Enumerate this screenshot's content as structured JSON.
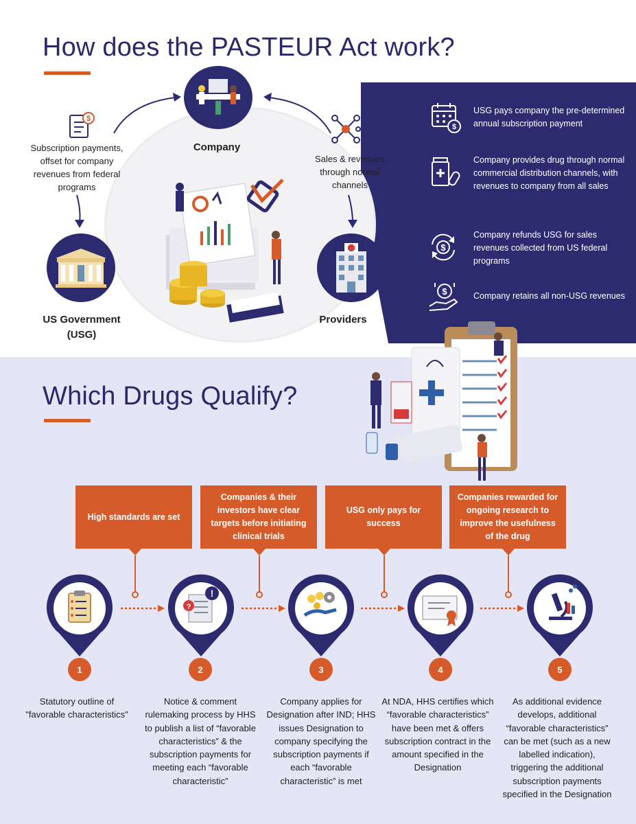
{
  "top": {
    "title": "How does the PASTEUR Act work?",
    "company_label": "Company",
    "usg_label": "US Government (USG)",
    "providers_label": "Providers",
    "left_flow_text": "Subscription payments, offset for company revenues from federal programs",
    "right_flow_text": "Sales & revenues through normal channels",
    "info_items": [
      {
        "icon": "calendar-payment-icon",
        "text": "USG pays company the pre-determined annual subscription payment"
      },
      {
        "icon": "medicine-bottle-icon",
        "text": "Company provides drug through normal commercial distribution channels, with revenues to company from all sales"
      },
      {
        "icon": "refund-cycle-icon",
        "text": "Company refunds USG for sales revenues collected from US federal programs"
      },
      {
        "icon": "hand-money-icon",
        "text": "Company retains all non-USG revenues"
      }
    ]
  },
  "bottom": {
    "title": "Which Drugs Qualify?",
    "callouts": [
      "High standards are set",
      "Companies & their investors have clear targets before initiating clinical trials",
      "USG only pays for success",
      "Companies rewarded for ongoing research to improve the usefulness of the drug"
    ],
    "steps": [
      {
        "number": "1",
        "icon": "clipboard-icon",
        "text": "Statutory outline of \"favorable characteristics\""
      },
      {
        "number": "2",
        "icon": "notice-document-icon",
        "text": "Notice & comment rulemaking process by HHS to publish a list of “favorable characteristics” & the subscription payments for meeting each “favorable characteristic”"
      },
      {
        "number": "3",
        "icon": "hand-coins-gear-icon",
        "text": "Company applies for Designation after IND; HHS issues Designation to company specifying the subscription payments if each “favorable characteristic” is met"
      },
      {
        "number": "4",
        "icon": "certificate-icon",
        "text": "At NDA, HHS certifies which “favorable characteristics” have been met & offers subscription contract in the amount specified in the Designation"
      },
      {
        "number": "5",
        "icon": "microscope-icon",
        "text": "As additional evidence develops, additional “favorable characteristics” can be met (such as a new labelled indication), triggering the additional subscription payments specified in the Designation"
      }
    ]
  },
  "colors": {
    "navy": "#2d2b6f",
    "orange": "#d65b2b",
    "lavender": "#e4e5f5"
  }
}
